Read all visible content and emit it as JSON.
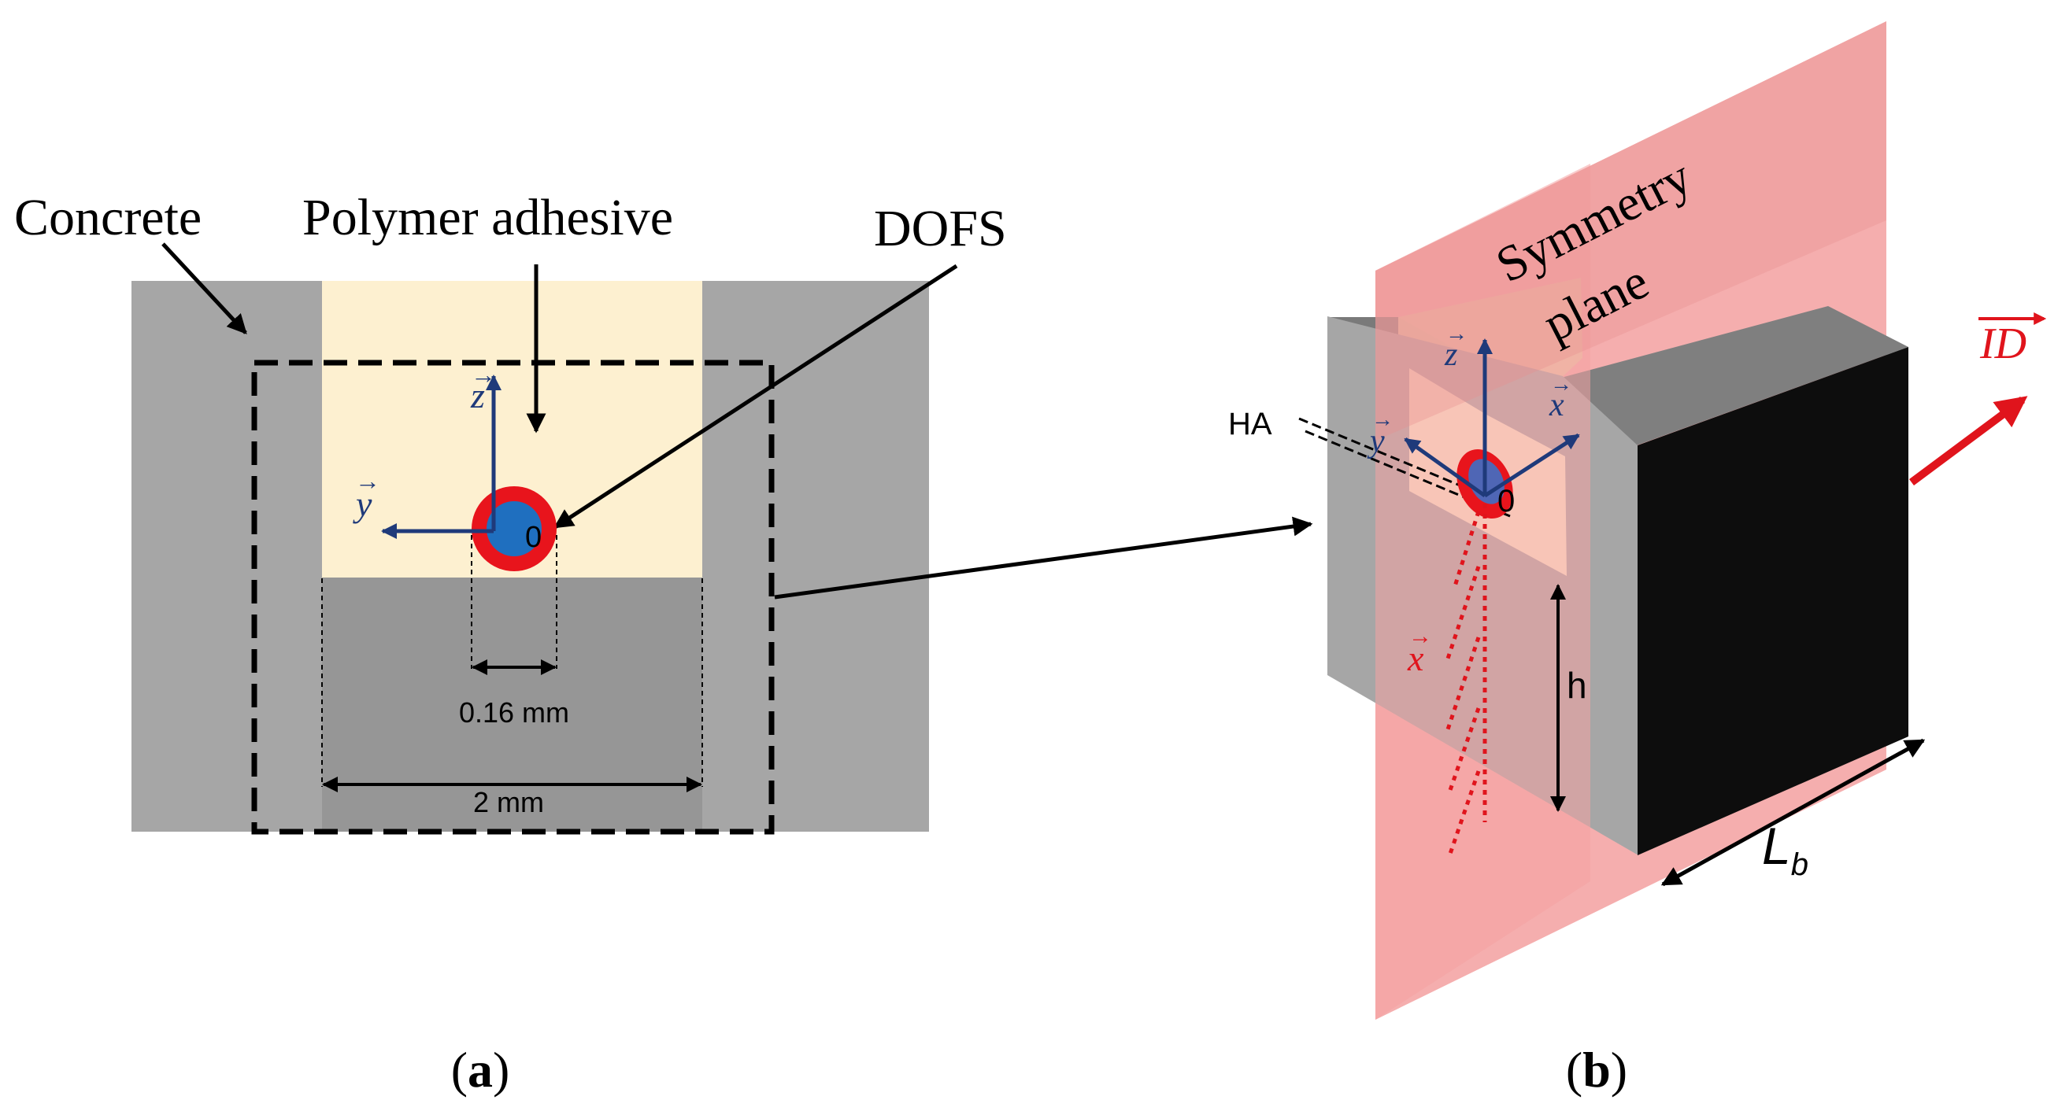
{
  "panel_a": {
    "labels": {
      "concrete": "Concrete",
      "polymer_adhesive": "Polymer adhesive",
      "dofs": "DOFS"
    },
    "axes": {
      "z": "z",
      "y": "y",
      "origin": "0"
    },
    "dimensions": {
      "fiber_diameter": "0.16 mm",
      "groove_width": "2 mm"
    },
    "caption_letter": "a"
  },
  "panel_b": {
    "labels": {
      "symmetry_line1": "Symmetry",
      "symmetry_line2": "plane",
      "ha": "HA",
      "h": "h",
      "lb_main": "L",
      "lb_sub": "b",
      "id": "ID"
    },
    "axes": {
      "z": "z",
      "y": "y",
      "x_top": "x",
      "x_red": "x",
      "origin": "0"
    },
    "caption_letter": "b"
  },
  "colors": {
    "concrete": "#a6a6a6",
    "concrete_dark": "#7f7f7f",
    "adhesive": "#fdf0d0",
    "fiber_core": "#1f6fbf",
    "fiber_coating": "#e8141c",
    "axis_blue": "#1f3a7a",
    "symmetry_plane": "#f4a3a3",
    "red": "#e0141c",
    "black_face": "#0d0d0d"
  }
}
